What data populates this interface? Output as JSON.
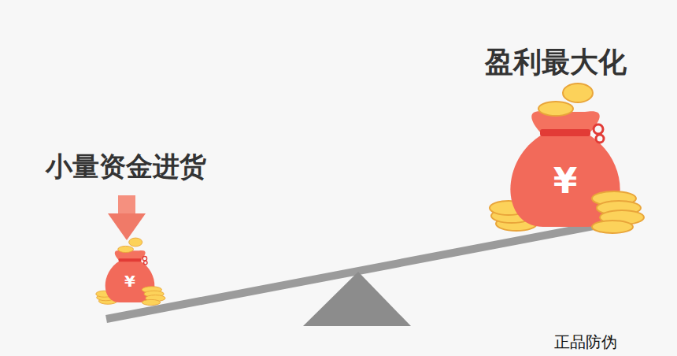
{
  "diagram": {
    "labels": [
      "盈利最大化",
      "小量资金进货",
      "¥",
      "¥",
      "正品防伪"
    ]
  }
}
